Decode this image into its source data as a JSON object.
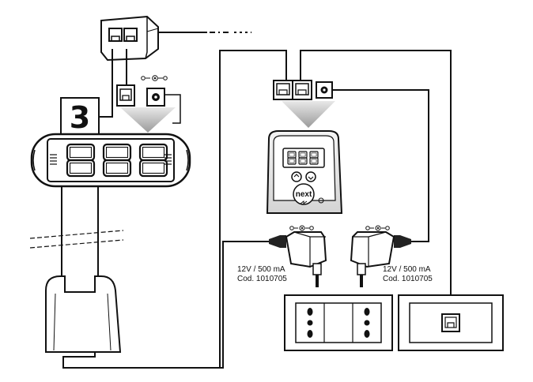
{
  "counter_unit": {
    "number_card": "3",
    "display_digits": "888"
  },
  "control_box": {
    "display_digits": "888",
    "brand": "next"
  },
  "adapters": [
    {
      "rating": "12V / 500 mA",
      "code": "Cod. 1010705"
    },
    {
      "rating": "12V / 500 mA",
      "code": "Cod. 1010705"
    }
  ],
  "icons": [
    "rj-splitter-icon",
    "rj-jack-icon",
    "dc-power-jack-icon",
    "power-polarity-symbol-icon",
    "power-socket-icon",
    "wall-plug-icon"
  ]
}
